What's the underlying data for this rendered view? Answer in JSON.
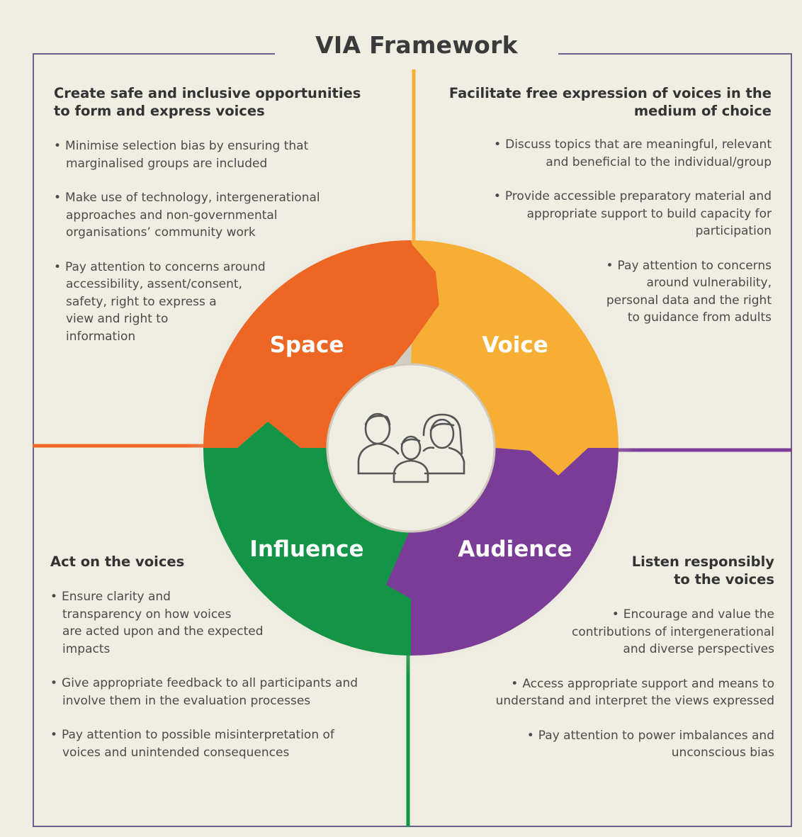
{
  "title": "VIA Framework",
  "colors": {
    "space": "#ee6623",
    "voice": "#f7ae35",
    "audience": "#7b3c98",
    "influence": "#139447",
    "frame": "#6b5f8c",
    "background": "#f0ede2"
  },
  "wheel": {
    "space": "Space",
    "voice": "Voice",
    "influence": "Influence",
    "audience": "Audience",
    "center_icon": "family-icon"
  },
  "quadrants": {
    "space": {
      "heading": [
        "Create safe and inclusive opportunities",
        "to form and express voices"
      ],
      "bullets": [
        [
          "Minimise selection bias by ensuring that",
          "marginalised groups are included"
        ],
        [
          "Make use of technology, intergenerational",
          "approaches and non-governmental",
          "organisations’ community work"
        ],
        [
          "Pay attention to concerns around",
          "accessibility, assent/consent,",
          "safety, right to express a",
          "view and right to",
          "information"
        ]
      ]
    },
    "voice": {
      "heading": [
        "Facilitate free expression of voices in the",
        "medium of choice"
      ],
      "bullets": [
        [
          "Discuss topics that are meaningful, relevant",
          "and beneficial to the individual/group"
        ],
        [
          "Provide accessible preparatory material and",
          "appropriate support to build capacity for",
          "participation"
        ],
        [
          "Pay attention to concerns",
          "around vulnerability,",
          "personal data and the right",
          "to guidance from adults"
        ]
      ]
    },
    "influence": {
      "heading": [
        "Act on the voices"
      ],
      "bullets": [
        [
          "Ensure clarity and",
          "transparency on how voices",
          "are acted upon and the expected",
          "impacts"
        ],
        [
          "Give appropriate feedback to all participants and",
          "involve them in the evaluation processes"
        ],
        [
          "Pay attention to possible misinterpretation of",
          "voices and unintended consequences"
        ]
      ]
    },
    "audience": {
      "heading": [
        "Listen responsibly",
        "to the voices"
      ],
      "bullets": [
        [
          "Encourage and value the",
          "contributions of intergenerational",
          "and diverse perspectives"
        ],
        [
          "Access appropriate support and means to",
          "understand and interpret the views expressed"
        ],
        [
          "Pay attention to power imbalances and",
          "unconscious bias"
        ]
      ]
    }
  }
}
